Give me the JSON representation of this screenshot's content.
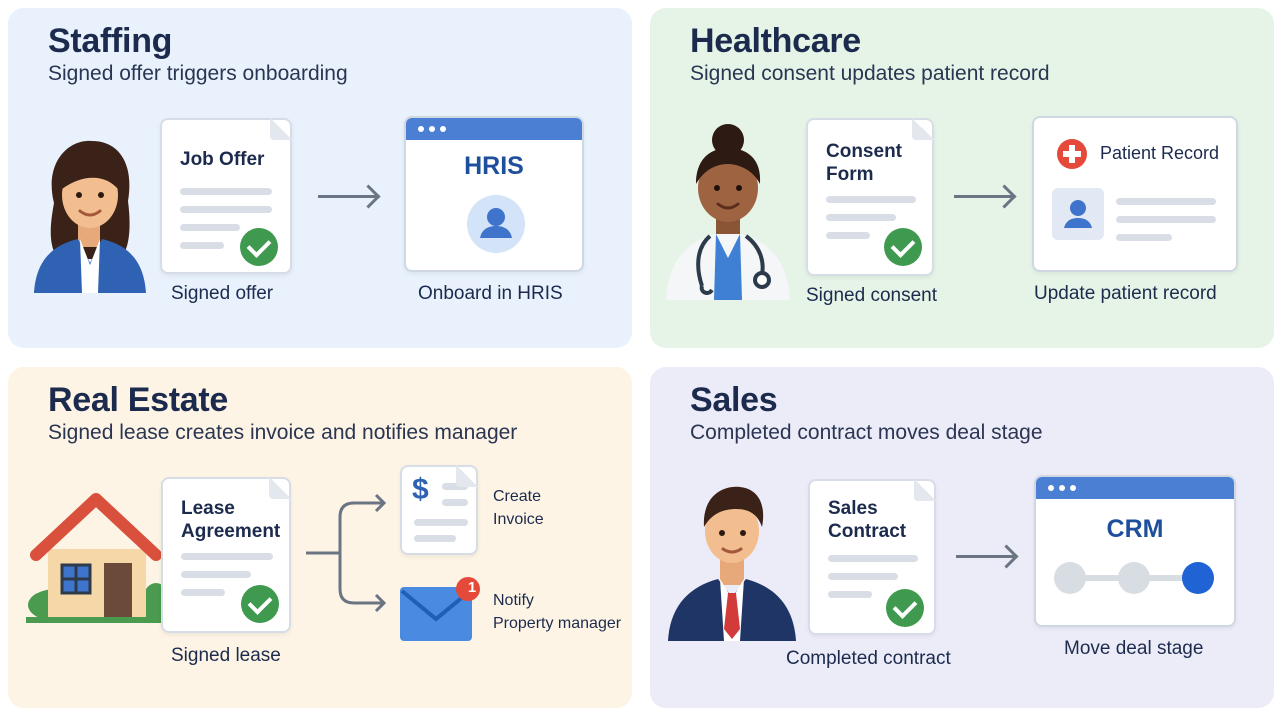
{
  "panels": {
    "staffing": {
      "title": "Staffing",
      "subtitle": "Signed offer triggers onboarding",
      "doc_title": "Job Offer",
      "doc_caption": "Signed offer",
      "system_title": "HRIS",
      "system_caption": "Onboard in HRIS",
      "color": "#e8f1fc"
    },
    "healthcare": {
      "title": "Healthcare",
      "subtitle": "Signed consent updates patient record",
      "doc_title_line1": "Consent",
      "doc_title_line2": "Form",
      "doc_caption": "Signed consent",
      "record_title": "Patient Record",
      "record_caption": "Update patient record",
      "color": "#e6f4e7"
    },
    "real_estate": {
      "title": "Real Estate",
      "subtitle": "Signed lease creates invoice and notifies manager",
      "doc_title_line1": "Lease",
      "doc_title_line2": "Agreement",
      "doc_caption": "Signed lease",
      "invoice_line1": "Create",
      "invoice_line2": "Invoice",
      "invoice_symbol": "$",
      "notify_line1": "Notify",
      "notify_line2": "Property manager",
      "notify_badge": "1",
      "color": "#fdf4e5"
    },
    "sales": {
      "title": "Sales",
      "subtitle": "Completed contract moves deal stage",
      "doc_title_line1": "Sales",
      "doc_title_line2": "Contract",
      "doc_caption": "Completed contract",
      "system_title": "CRM",
      "system_caption": "Move deal stage",
      "color": "#ececf9"
    }
  },
  "colors": {
    "check_green": "#3f9a4f",
    "window_blue": "#4a7fd4",
    "stage_active": "#1f63d4",
    "badge_red": "#e5493a"
  },
  "icons": {
    "staffing_person": "woman-avatar-icon",
    "healthcare_person": "doctor-avatar-icon",
    "real_estate_visual": "house-icon",
    "sales_person": "businessman-avatar-icon",
    "signed": "checkmark-icon",
    "medical": "red-cross-icon",
    "notify": "envelope-icon"
  }
}
